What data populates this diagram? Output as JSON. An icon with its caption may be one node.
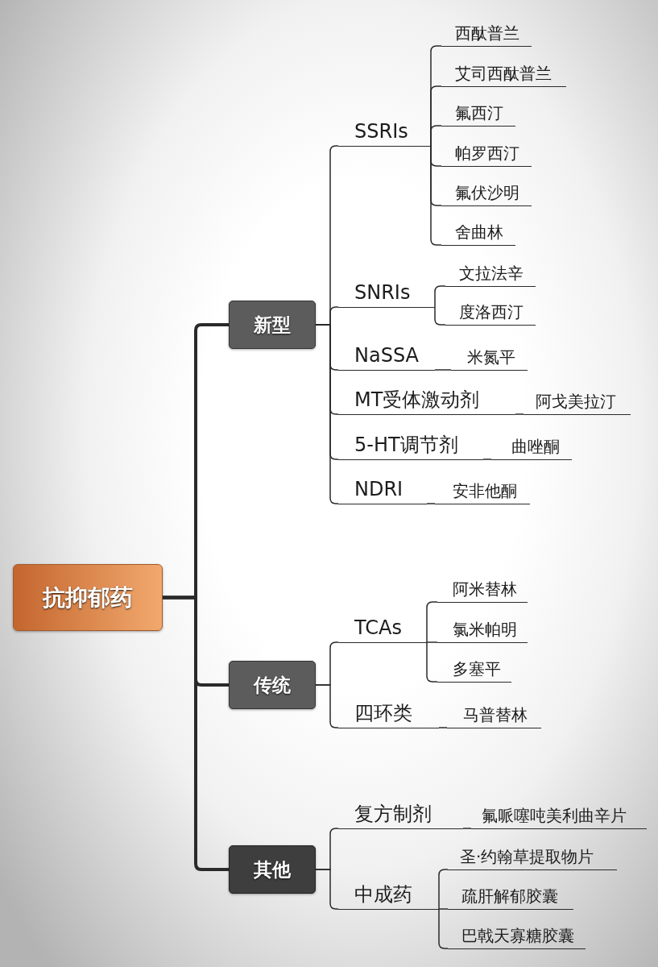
{
  "diagram": {
    "nodes": [
      {
        "text": [
          "抗抑郁药"
        ]
      },
      {
        "text": [
          "新型"
        ]
      },
      {
        "text": [
          "SSRIs"
        ]
      },
      {
        "text": [
          "西酞普兰"
        ]
      },
      {
        "text": [
          "艾司西酞普兰"
        ]
      },
      {
        "text": [
          "氟西汀"
        ]
      },
      {
        "text": [
          "帕罗西汀"
        ]
      },
      {
        "text": [
          "氟伏沙明"
        ]
      },
      {
        "text": [
          "舍曲林"
        ]
      },
      {
        "text": [
          "SNRIs"
        ]
      },
      {
        "text": [
          "文拉法辛"
        ]
      },
      {
        "text": [
          "度洛西汀"
        ]
      },
      {
        "text": [
          "NaSSA"
        ]
      },
      {
        "text": [
          "米氮平"
        ]
      },
      {
        "text": [
          "MT受体激动剂"
        ]
      },
      {
        "text": [
          "阿戈美拉汀"
        ]
      },
      {
        "text": [
          "5-HT调节剂"
        ]
      },
      {
        "text": [
          "曲唑酮"
        ]
      },
      {
        "text": [
          "NDRI"
        ]
      },
      {
        "text": [
          "安非他酮"
        ]
      },
      {
        "text": [
          "传统"
        ]
      },
      {
        "text": [
          "TCAs"
        ]
      },
      {
        "text": [
          "阿米替林"
        ]
      },
      {
        "text": [
          "氯米帕明"
        ]
      },
      {
        "text": [
          "多塞平"
        ]
      },
      {
        "text": [
          "四环类"
        ]
      },
      {
        "text": [
          "马普替林"
        ]
      },
      {
        "text": [
          "其他"
        ]
      },
      {
        "text": [
          "复方制剂"
        ]
      },
      {
        "text": [
          "氟哌噻吨美利曲辛片"
        ]
      },
      {
        "text": [
          "中成药"
        ]
      },
      {
        "text": [
          "圣·约翰草提取物片"
        ]
      },
      {
        "text": [
          "疏肝解郁胶囊"
        ]
      },
      {
        "text": [
          "巴戟天寡糖胶囊"
        ]
      }
    ],
    "edges": [
      {
        "from": 0,
        "to": 1,
        "arrow": "none",
        "style": "thick"
      },
      {
        "from": 0,
        "to": 20,
        "arrow": "none",
        "style": "thick"
      },
      {
        "from": 0,
        "to": 27,
        "arrow": "none",
        "style": "thick"
      },
      {
        "from": 1,
        "to": 2,
        "arrow": "none"
      },
      {
        "from": 1,
        "to": 9,
        "arrow": "none"
      },
      {
        "from": 1,
        "to": 12,
        "arrow": "none"
      },
      {
        "from": 1,
        "to": 14,
        "arrow": "none"
      },
      {
        "from": 1,
        "to": 16,
        "arrow": "none"
      },
      {
        "from": 1,
        "to": 18,
        "arrow": "none"
      },
      {
        "from": 2,
        "to": 3,
        "arrow": "none"
      },
      {
        "from": 2,
        "to": 4,
        "arrow": "none"
      },
      {
        "from": 2,
        "to": 5,
        "arrow": "none"
      },
      {
        "from": 2,
        "to": 6,
        "arrow": "none"
      },
      {
        "from": 2,
        "to": 7,
        "arrow": "none"
      },
      {
        "from": 2,
        "to": 8,
        "arrow": "none"
      },
      {
        "from": 9,
        "to": 10,
        "arrow": "none"
      },
      {
        "from": 9,
        "to": 11,
        "arrow": "none"
      },
      {
        "from": 12,
        "to": 13,
        "arrow": "none"
      },
      {
        "from": 14,
        "to": 15,
        "arrow": "none"
      },
      {
        "from": 16,
        "to": 17,
        "arrow": "none"
      },
      {
        "from": 18,
        "to": 19,
        "arrow": "none"
      },
      {
        "from": 20,
        "to": 21,
        "arrow": "none"
      },
      {
        "from": 20,
        "to": 25,
        "arrow": "none"
      },
      {
        "from": 21,
        "to": 22,
        "arrow": "none"
      },
      {
        "from": 21,
        "to": 23,
        "arrow": "none"
      },
      {
        "from": 21,
        "to": 24,
        "arrow": "none"
      },
      {
        "from": 25,
        "to": 26,
        "arrow": "none"
      },
      {
        "from": 27,
        "to": 28,
        "arrow": "none"
      },
      {
        "from": 27,
        "to": 30,
        "arrow": "none"
      },
      {
        "from": 28,
        "to": 29,
        "arrow": "none"
      },
      {
        "from": 30,
        "to": 31,
        "arrow": "none"
      },
      {
        "from": 30,
        "to": 32,
        "arrow": "none"
      },
      {
        "from": 30,
        "to": 33,
        "arrow": "none"
      }
    ]
  }
}
